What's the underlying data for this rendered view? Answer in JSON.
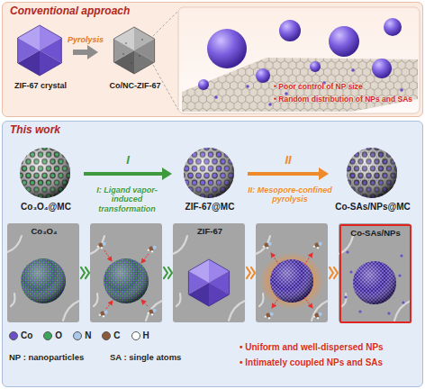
{
  "diagram": {
    "nodes": [
      {
        "text": [
          "Conventional approach"
        ]
      },
      {
        "text": [
          "ZIF-67 crystal"
        ],
        "in": 0
      },
      {
        "text": [
          "Co/NC-ZIF-67"
        ],
        "in": 0
      },
      {
        "text": [
          "This work"
        ]
      },
      {
        "text": [
          "Co₃O₄@MC"
        ],
        "in": 3
      },
      {
        "text": [
          "ZIF-67@MC"
        ],
        "in": 3
      },
      {
        "text": [
          "Co-SAs/NPs@MC"
        ],
        "in": 3
      },
      {
        "text": [
          "Co₃O₄"
        ],
        "in": 3
      },
      {
        "text": [
          "ZIF-67"
        ],
        "in": 3
      },
      {
        "text": [
          "Co-SAs/NPs"
        ],
        "in": 3
      }
    ],
    "edges": [
      {
        "from": 1,
        "to": 2,
        "label": "Pyrolysis",
        "arrow": "to"
      },
      {
        "from": 4,
        "to": 5,
        "label": "I",
        "arrow": "to"
      },
      {
        "from": 5,
        "to": 6,
        "label": "II",
        "arrow": "to"
      }
    ],
    "labels": [
      "I: Ligand vapor-induced transformation",
      "II: Mesopore-confined pyrolysis",
      "• Poor control of NP size",
      "• Random distribution of NPs and SAs",
      "NP : nanoparticles",
      "SA : single atoms",
      "• Uniform and well-dispersed NPs",
      "• Intimately coupled NPs and SAs"
    ],
    "legend": [
      {
        "text": "Co",
        "color": "#6a4fc8"
      },
      {
        "text": "O",
        "color": "#3ca55c"
      },
      {
        "text": "N",
        "color": "#a9c7ea"
      },
      {
        "text": "C",
        "color": "#8a5a3a"
      },
      {
        "text": "H",
        "color": "#ffffff"
      }
    ]
  }
}
